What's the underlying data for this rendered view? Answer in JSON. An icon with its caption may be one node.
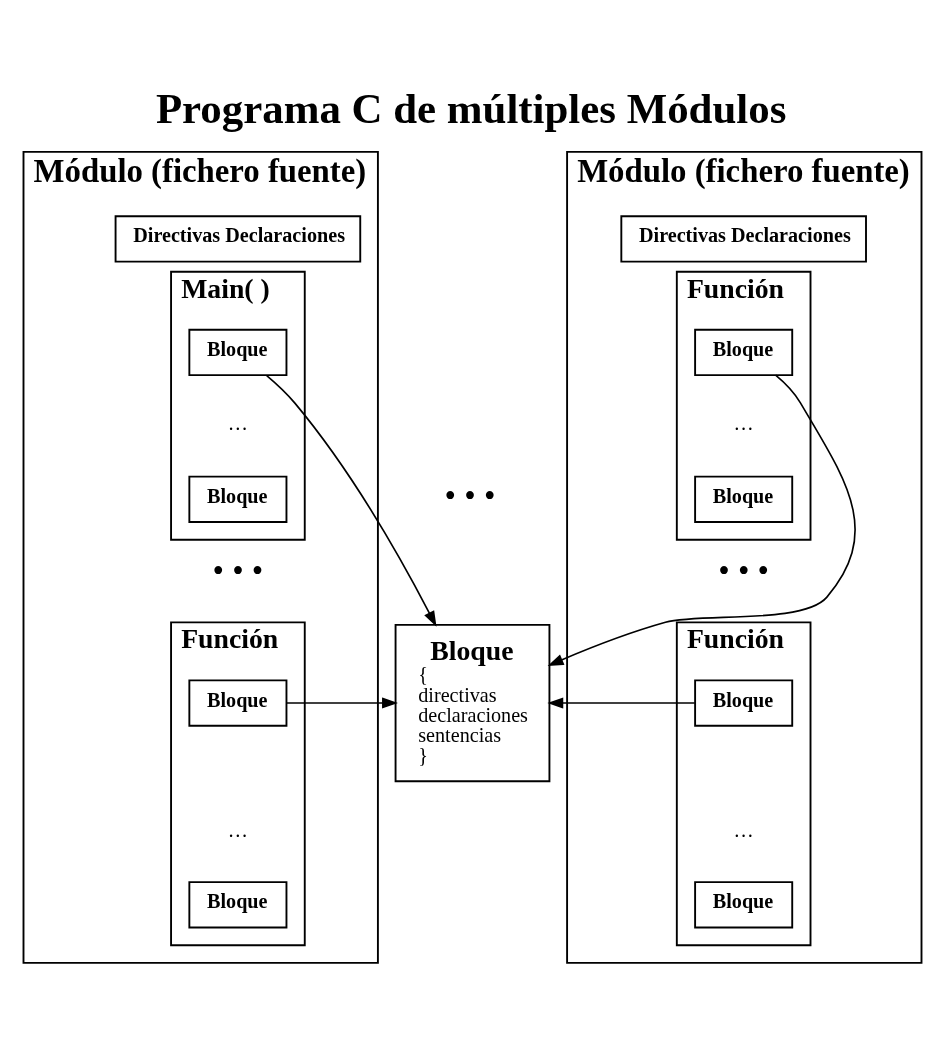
{
  "diagram": {
    "title": "Programa C de múltiples Módulos",
    "nodes": [
      {
        "text": [
          "Módulo (fichero fuente)"
        ]
      },
      {
        "text": [
          "Directivas Declaraciones"
        ],
        "in": 0
      },
      {
        "text": [
          "Main( )",
          "…"
        ],
        "in": 0
      },
      {
        "text": [
          "Bloque"
        ],
        "in": 2
      },
      {
        "text": [
          "Bloque"
        ],
        "in": 2
      },
      {
        "text": [
          "Función",
          "…"
        ],
        "in": 0
      },
      {
        "text": [
          "Bloque"
        ],
        "in": 5
      },
      {
        "text": [
          "Bloque"
        ],
        "in": 5
      },
      {
        "text": [
          "Módulo (fichero fuente)"
        ]
      },
      {
        "text": [
          "Directivas Declaraciones"
        ],
        "in": 8
      },
      {
        "text": [
          "Función",
          "…"
        ],
        "in": 8
      },
      {
        "text": [
          "Bloque"
        ],
        "in": 10
      },
      {
        "text": [
          "Bloque"
        ],
        "in": 10
      },
      {
        "text": [
          "Función",
          "…"
        ],
        "in": 8
      },
      {
        "text": [
          "Bloque"
        ],
        "in": 13
      },
      {
        "text": [
          "Bloque"
        ],
        "in": 13
      },
      {
        "text": [
          "Bloque",
          "{ directivas declaraciones sentencias }"
        ]
      }
    ],
    "edges": [
      {
        "from": 3,
        "to": 16,
        "arrow": "to"
      },
      {
        "from": 6,
        "to": 16,
        "arrow": "to"
      },
      {
        "from": 11,
        "to": 16,
        "arrow": "to"
      },
      {
        "from": 14,
        "to": 16,
        "arrow": "to"
      }
    ],
    "labels": [
      "• • •",
      "• • •",
      "• • •"
    ]
  }
}
